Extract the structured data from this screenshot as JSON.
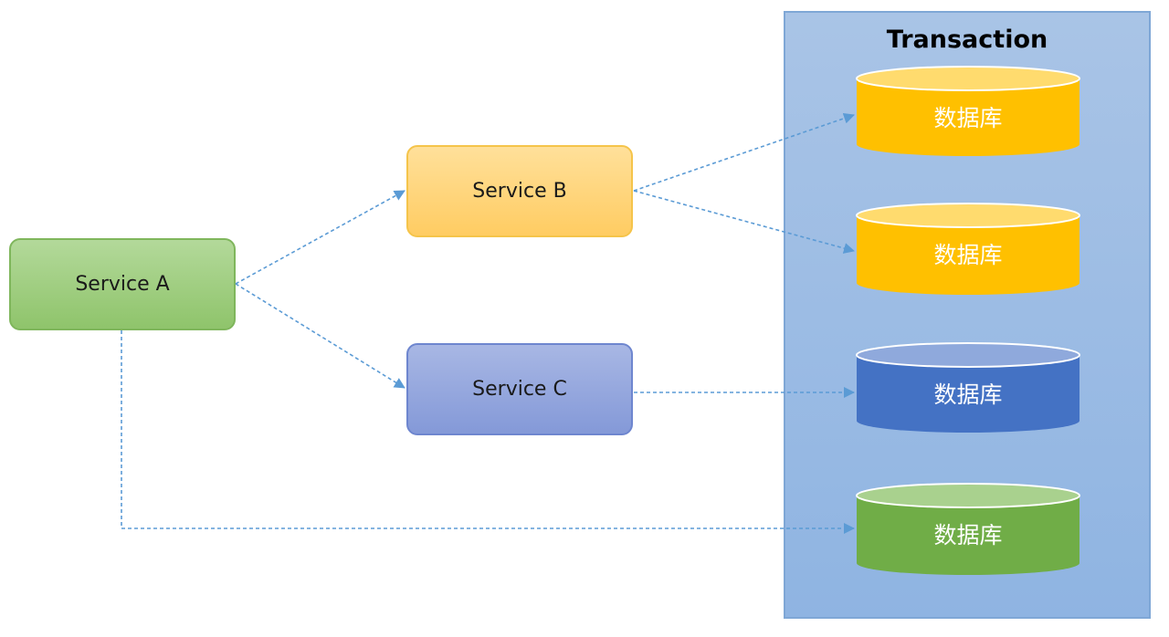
{
  "transaction": {
    "title": "Transaction"
  },
  "services": {
    "a": "Service A",
    "b": "Service B",
    "c": "Service C"
  },
  "databases": [
    {
      "label": "数据库",
      "color": "#ffc000",
      "top_color": "#ffdb6e"
    },
    {
      "label": "数据库",
      "color": "#ffc000",
      "top_color": "#ffdb6e"
    },
    {
      "label": "数据库",
      "color": "#4472c4",
      "top_color": "#8fa9dc"
    },
    {
      "label": "数据库",
      "color": "#70ad47",
      "top_color": "#a9d18e"
    }
  ],
  "connector_color": "#5b9bd5"
}
